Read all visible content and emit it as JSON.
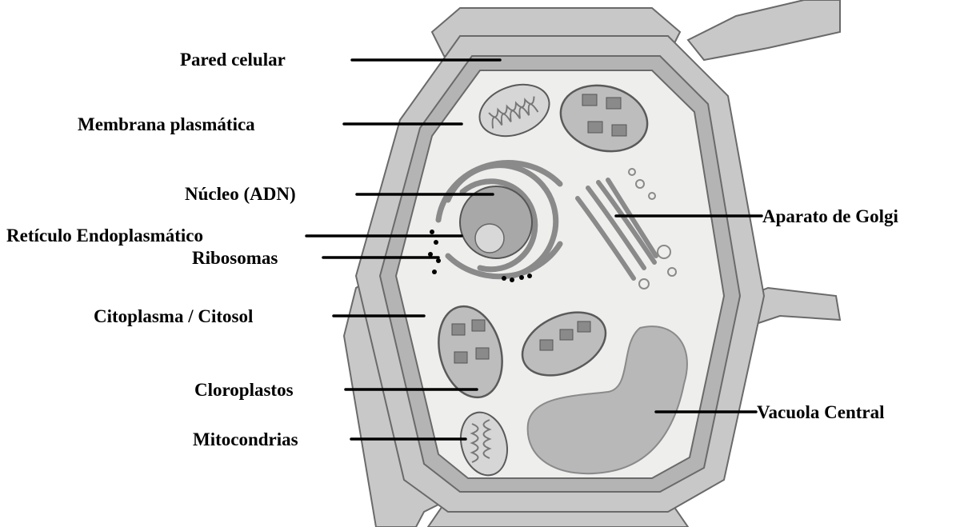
{
  "labels": {
    "pared_celular": "Pared celular",
    "membrana_plasmatica": "Membrana plasmática",
    "nucleo": "Núcleo (ADN)",
    "reticulo": "Retículo Endoplasmático",
    "ribosomas": "Ribosomas",
    "citoplasma": "Citoplasma / Citosol",
    "cloroplastos": "Cloroplastos",
    "mitocondrias": "Mitocondrias",
    "golgi": "Aparato de Golgi",
    "vacuola": "Vacuola Central"
  }
}
